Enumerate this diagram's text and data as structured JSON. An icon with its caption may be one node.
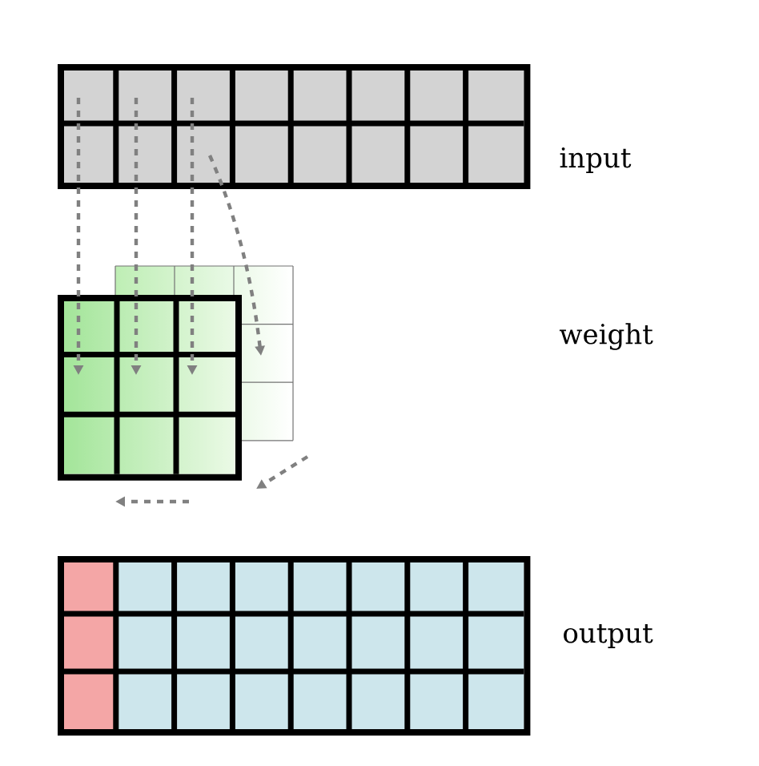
{
  "diagram": {
    "nodes": [
      {
        "text": [],
        "shape": "box"
      },
      {
        "text": [],
        "shape": "box"
      },
      {
        "text": [],
        "shape": "box"
      }
    ],
    "edges": [
      {
        "from": 0,
        "to": 1,
        "arrow": "to",
        "style": "dashed"
      },
      {
        "from": 0,
        "to": 1,
        "arrow": "to",
        "style": "dashed"
      },
      {
        "from": 0,
        "to": 1,
        "arrow": "to",
        "style": "dashed"
      },
      {
        "from": 0,
        "to": 1,
        "arrow": "to",
        "style": "dashed"
      }
    ],
    "labels": [
      "input",
      "weight",
      "output"
    ]
  }
}
